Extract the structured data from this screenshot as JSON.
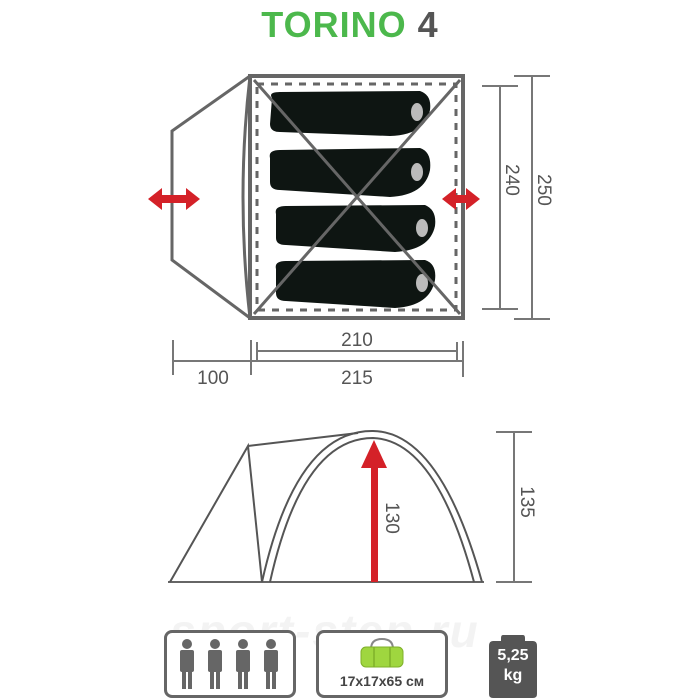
{
  "title": {
    "name": "TORINO",
    "number": "4"
  },
  "plan_view": {
    "vestibule_length": "100",
    "inner_length": "210",
    "outer_length": "215",
    "inner_width": "240",
    "outer_width": "250",
    "sleeping_bags": 4,
    "entrance_arrows": 2
  },
  "side_view": {
    "inner_height": "130",
    "outer_height": "135"
  },
  "specs": {
    "capacity_persons": 4,
    "pack_size": "17x17x65 см",
    "weight_value": "5,25",
    "weight_unit": "kg"
  },
  "watermark": "sport-step.ru",
  "colors": {
    "title_green": "#4cb84c",
    "arrow_red": "#d42128",
    "bag_green": "#9fd63f",
    "line_gray": "#666666"
  }
}
